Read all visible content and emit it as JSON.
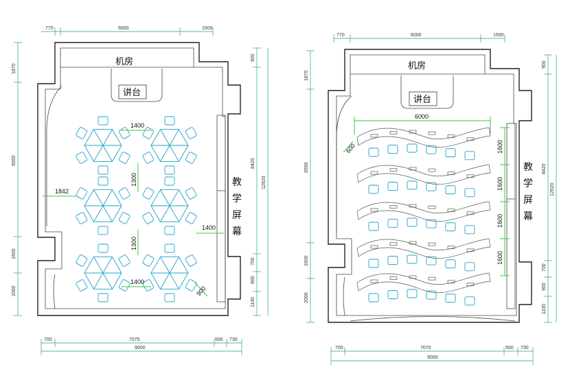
{
  "left_plan": {
    "room_machine": "机房",
    "podium": "讲台",
    "screen": [
      "教",
      "学",
      "屏",
      "幕"
    ],
    "top_dims": [
      "770",
      "6000",
      "1500"
    ],
    "bottom_dims": [
      "700",
      "7070",
      "500",
      "730"
    ],
    "bottom_total": "9000",
    "left_dims": [
      "1870",
      "6550",
      "1600",
      "2000"
    ],
    "right_dims": [
      "900",
      "8420",
      "12920",
      "700",
      "900",
      "1100"
    ],
    "spacing": [
      "1400",
      "1300",
      "1842",
      "1300",
      "1400",
      "1400",
      "900"
    ]
  },
  "right_plan": {
    "room_machine": "机房",
    "podium": "讲台",
    "screen": [
      "教",
      "学",
      "屏",
      "幕"
    ],
    "top_dims": [
      "770",
      "6000",
      "1500"
    ],
    "bottom_dims": [
      "700",
      "7070",
      "500",
      "730"
    ],
    "bottom_total": "9000",
    "left_dims": [
      "1870",
      "6550",
      "1600",
      "2000"
    ],
    "right_dims": [
      "900",
      "8420",
      "12920",
      "700",
      "900",
      "1100"
    ],
    "desk_width": "6000",
    "row_gap": [
      "1600",
      "1600",
      "1600",
      "1600"
    ],
    "side": "600"
  }
}
